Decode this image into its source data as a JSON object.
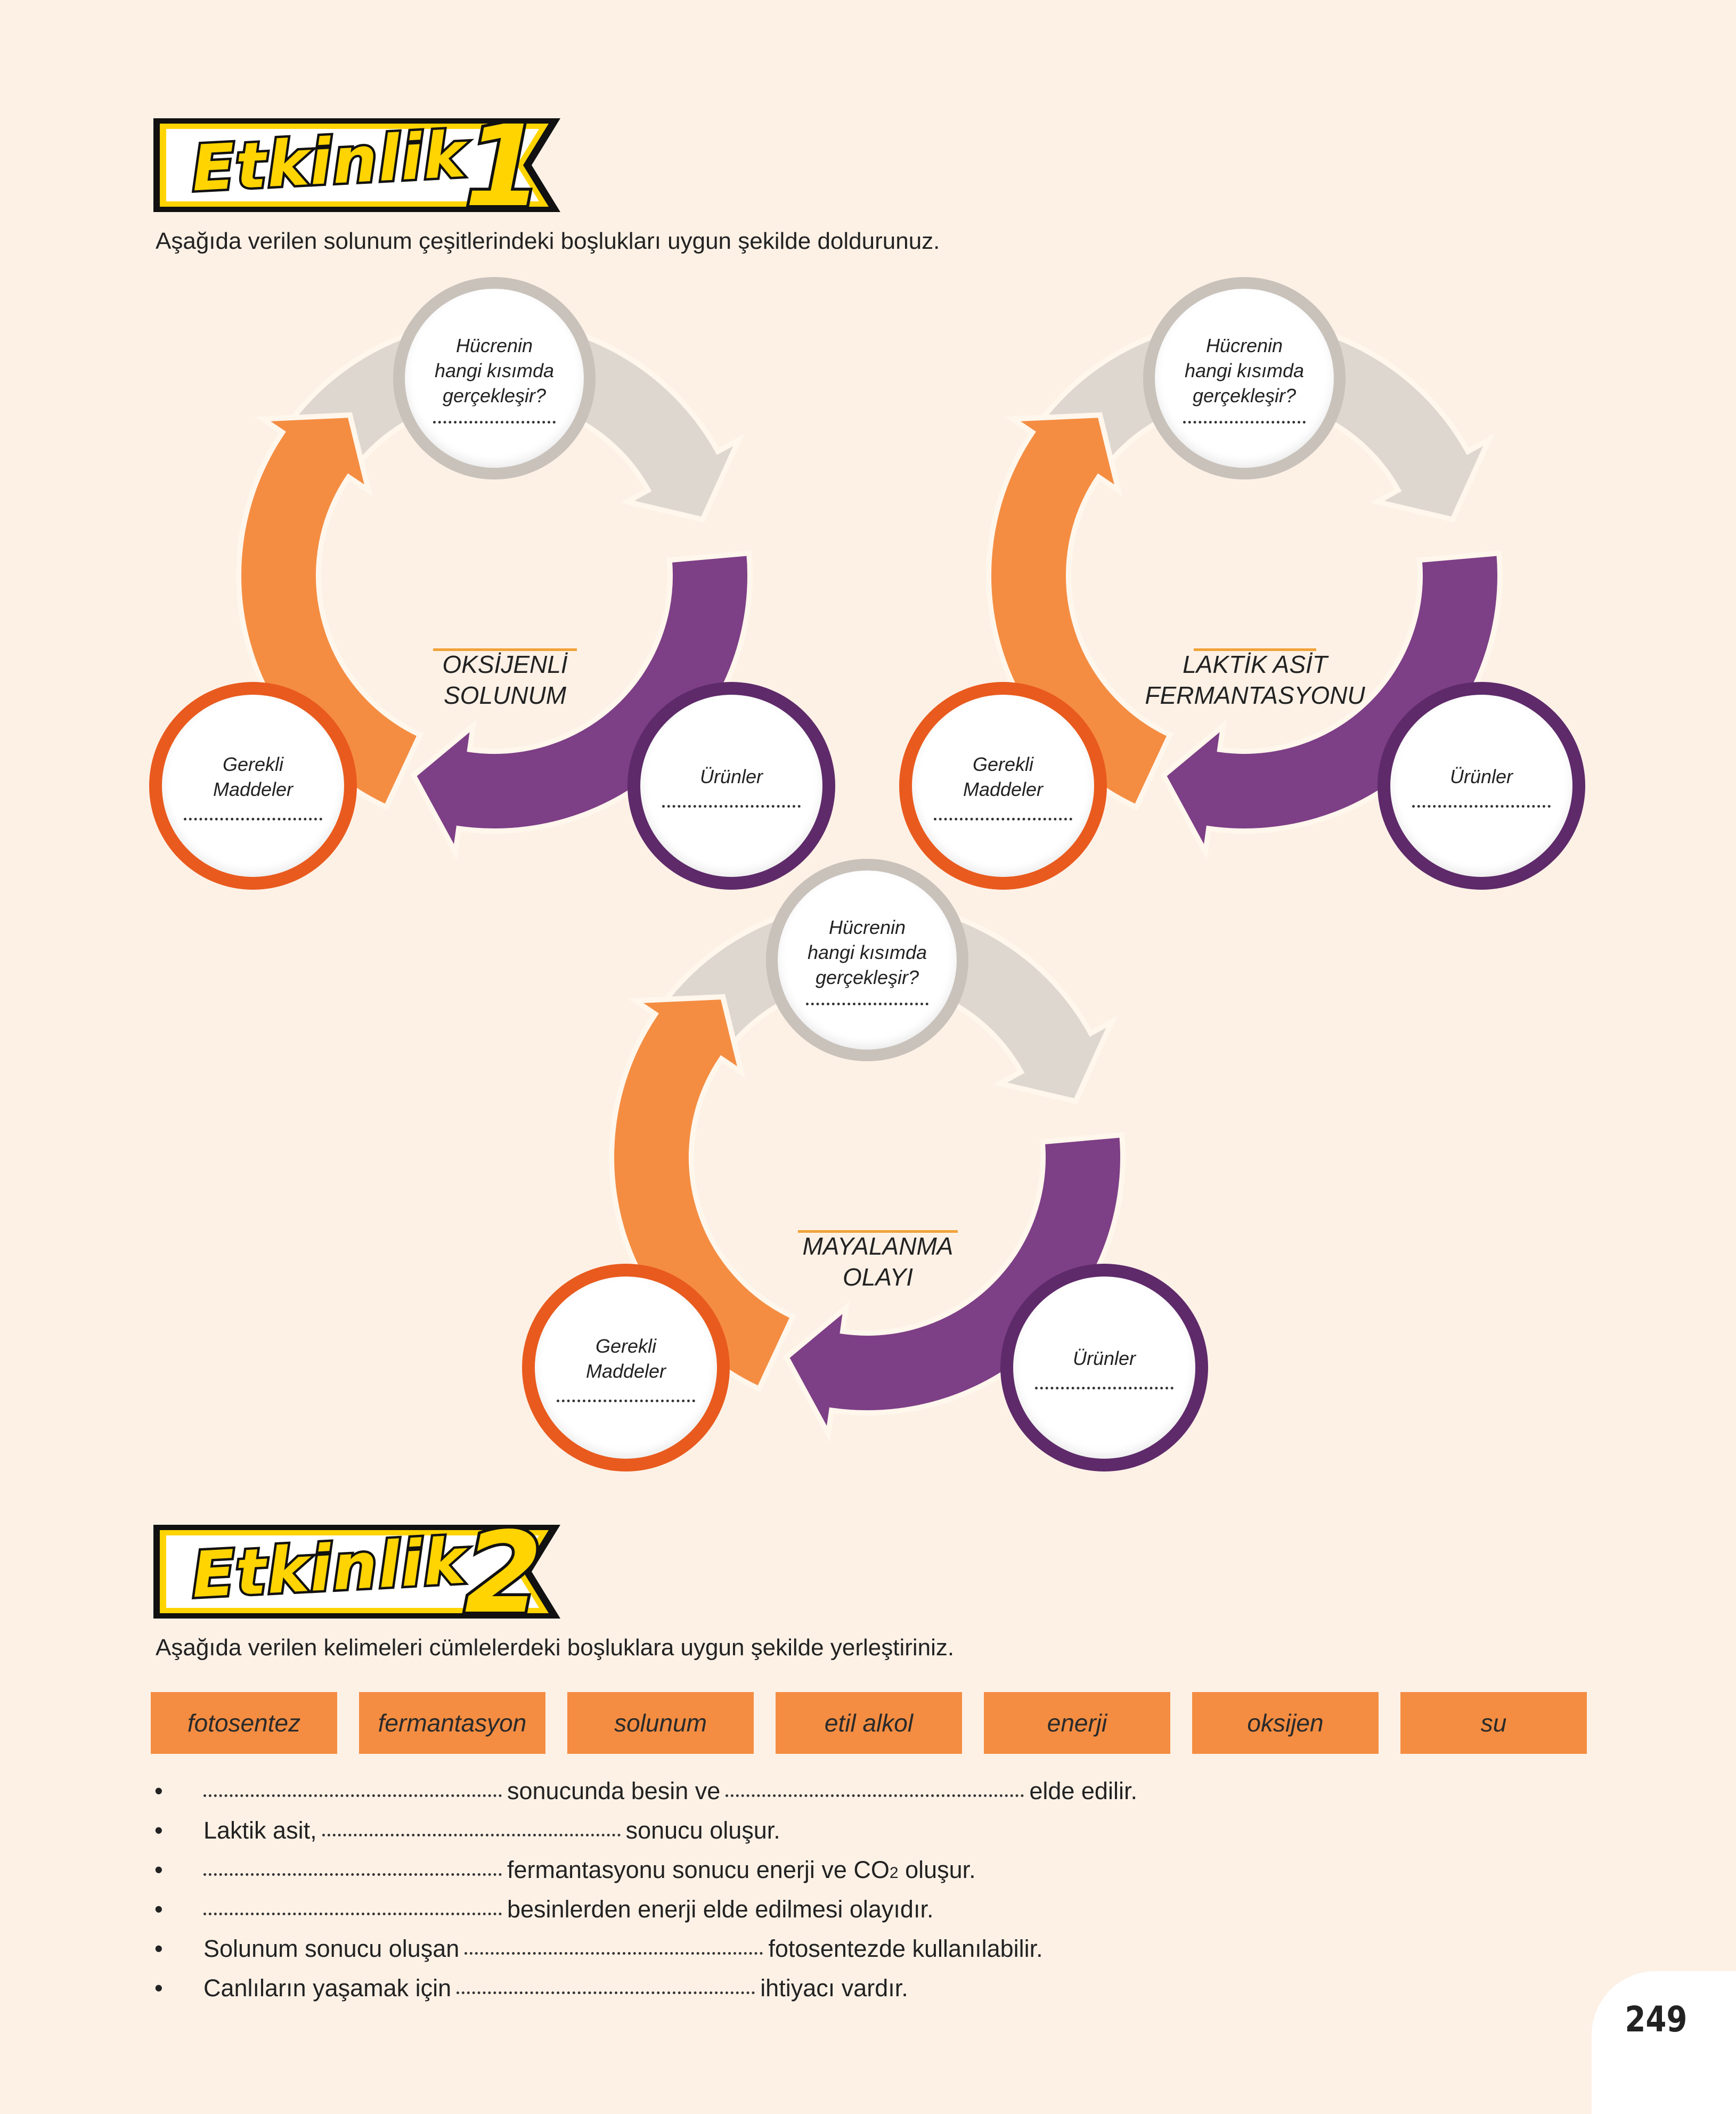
{
  "activity1": {
    "word": "Etkinlik",
    "number": "1",
    "instruction": "Aşağıda verilen solunum çeşitlerindeki boşlukları uygun şekilde doldurunuz."
  },
  "cycles": [
    {
      "title": "OKSİJENLİ\nSOLUNUM",
      "top_label": "Hücrenin\nhangi kısımda\ngerçekleşir?",
      "left_label": "Gerekli\nMaddeler",
      "right_label": "Ürünler"
    },
    {
      "title": "LAKTİK ASİT\nFERMANTASYONU",
      "top_label": "Hücrenin\nhangi kısımda\ngerçekleşir?",
      "left_label": "Gerekli\nMaddeler",
      "right_label": "Ürünler"
    },
    {
      "title": "MAYALANMA\nOLAYI",
      "top_label": "Hücrenin\nhangi kısımda\ngerçekleşir?",
      "left_label": "Gerekli\nMaddeler",
      "right_label": "Ürünler"
    }
  ],
  "activity2": {
    "word": "Etkinlik",
    "number": "2",
    "instruction": "Aşağıda verilen kelimeleri cümlelerdeki boşluklara uygun şekilde yerleştiriniz.",
    "words": [
      "fotosentez",
      "fermantasyon",
      "solunum",
      "etil alkol",
      "enerji",
      "oksijen",
      "su"
    ],
    "bullet": "•",
    "sentences": [
      {
        "before": "",
        "middle": "sonucunda besin ve",
        "after": "elde edilir."
      },
      {
        "before": "Laktik asit,",
        "after": "sonucu oluşur."
      },
      {
        "before": "",
        "after_a": "fermantasyonu sonucu enerji ve CO",
        "sub": "2",
        "after_b": " oluşur."
      },
      {
        "before": "",
        "after": "besinlerden enerji elde edilmesi olayıdır."
      },
      {
        "before": "Solunum sonucu oluşan",
        "after": "fotosentezde kullanılabilir."
      },
      {
        "before": "Canlıların yaşamak için",
        "after": "ihtiyacı vardır."
      }
    ]
  },
  "page_number": "249",
  "colors": {
    "background": "#fdf1e6",
    "orange": "#f48d42",
    "purple": "#7d3f86",
    "grey": "#ddd7d0",
    "yellow": "#ffd400"
  }
}
